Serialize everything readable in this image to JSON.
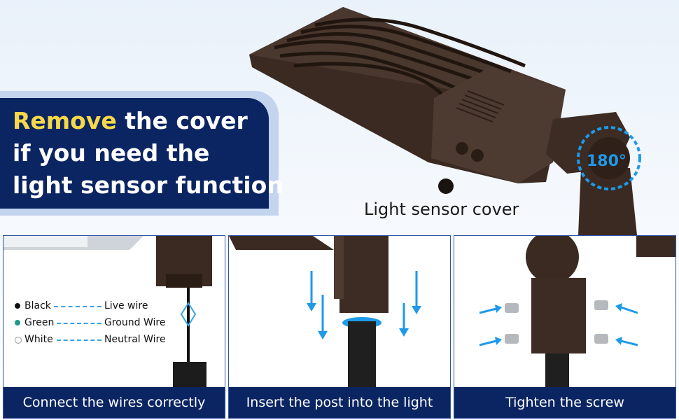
{
  "hero": {
    "callout": {
      "highlight": "Remove",
      "line1_rest": " the cover",
      "line2": "if you need the",
      "line3": "light sensor function"
    },
    "sensor_label": "Light sensor cover",
    "rotation_label": "180°"
  },
  "panels": [
    {
      "caption": "Connect the wires correctly",
      "wires": [
        {
          "color_name": "Black",
          "connection": "Live wire",
          "dot_color": "#111111"
        },
        {
          "color_name": "Green",
          "connection": "Ground Wire",
          "dot_color": "#1a9a8a"
        },
        {
          "color_name": "White",
          "connection": "Neutral Wire",
          "dot_color": "#ffffff"
        }
      ]
    },
    {
      "caption": "Insert the post into the light"
    },
    {
      "caption": "Tighten the screw"
    }
  ],
  "colors": {
    "navy": "#0b2563",
    "accent": "#f7d848",
    "arrow": "#1e9ae8",
    "fixture": "#3a2a22"
  }
}
